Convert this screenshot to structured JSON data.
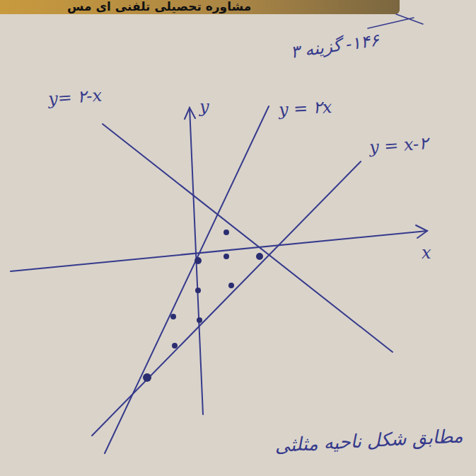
{
  "diagram": {
    "labels": [
      "مشاوره تحصیلی تلفنی ای مس",
      "۱۴۶- گزینه ۳",
      "y= ۲-x",
      "y",
      "y = ۲x",
      "y = x-۲",
      "x",
      "مطابق شکل ناحیه مثلثی"
    ]
  }
}
